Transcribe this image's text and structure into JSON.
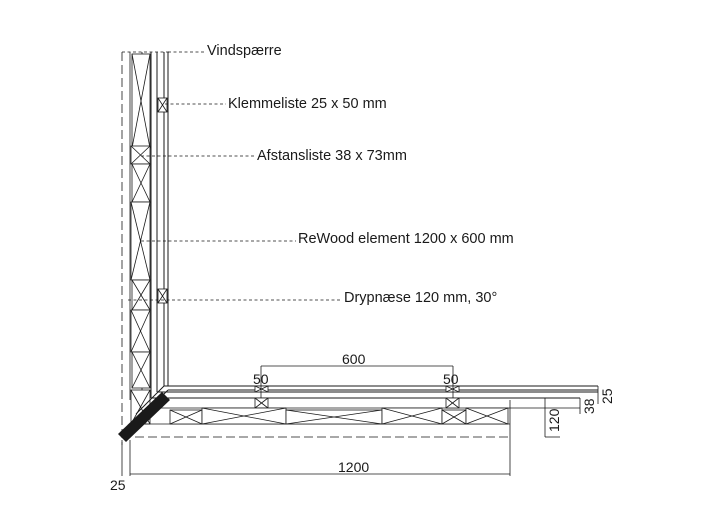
{
  "labels": {
    "vindspaerre": "Vindspærre",
    "klemmeliste": "Klemmeliste 25 x 50 mm",
    "afstansliste": "Afstansliste 38 x 73mm",
    "rewood": "ReWood element 1200 x 600 mm",
    "drypnaese": "Drypnæse 120 mm, 30°"
  },
  "dimensions": {
    "d600": "600",
    "d50_left": "50",
    "d50_right": "50",
    "d1200": "1200",
    "d25_bottom": "25",
    "d25_right": "25",
    "d38": "38",
    "d120": "120"
  }
}
